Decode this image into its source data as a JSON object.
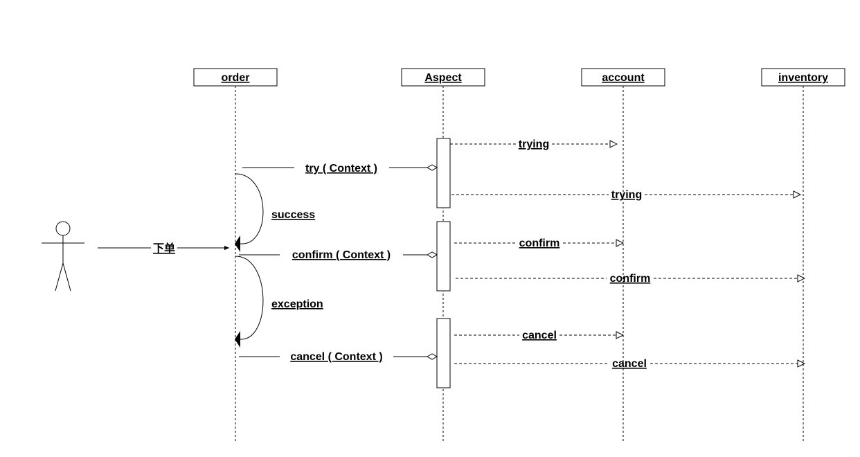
{
  "participants": [
    {
      "id": "order",
      "name": "order "
    },
    {
      "id": "aspect",
      "name": "Aspect "
    },
    {
      "id": "account",
      "name": "account"
    },
    {
      "id": "inventory",
      "name": "inventory"
    }
  ],
  "actor_message": "下单",
  "calls": [
    {
      "label": "try ( Context )"
    },
    {
      "label": "confirm ( Context )"
    },
    {
      "label": "cancel ( Context )"
    }
  ],
  "outcomes": [
    {
      "label": "success"
    },
    {
      "label": "exception"
    }
  ],
  "async_messages": [
    {
      "label": "trying",
      "target": "account"
    },
    {
      "label": "trying",
      "target": "inventory"
    },
    {
      "label": "confirm",
      "target": "account"
    },
    {
      "label": "confirm",
      "target": "inventory"
    },
    {
      "label": "cancel",
      "target": "account"
    },
    {
      "label": "cancel",
      "target": "inventory"
    }
  ]
}
